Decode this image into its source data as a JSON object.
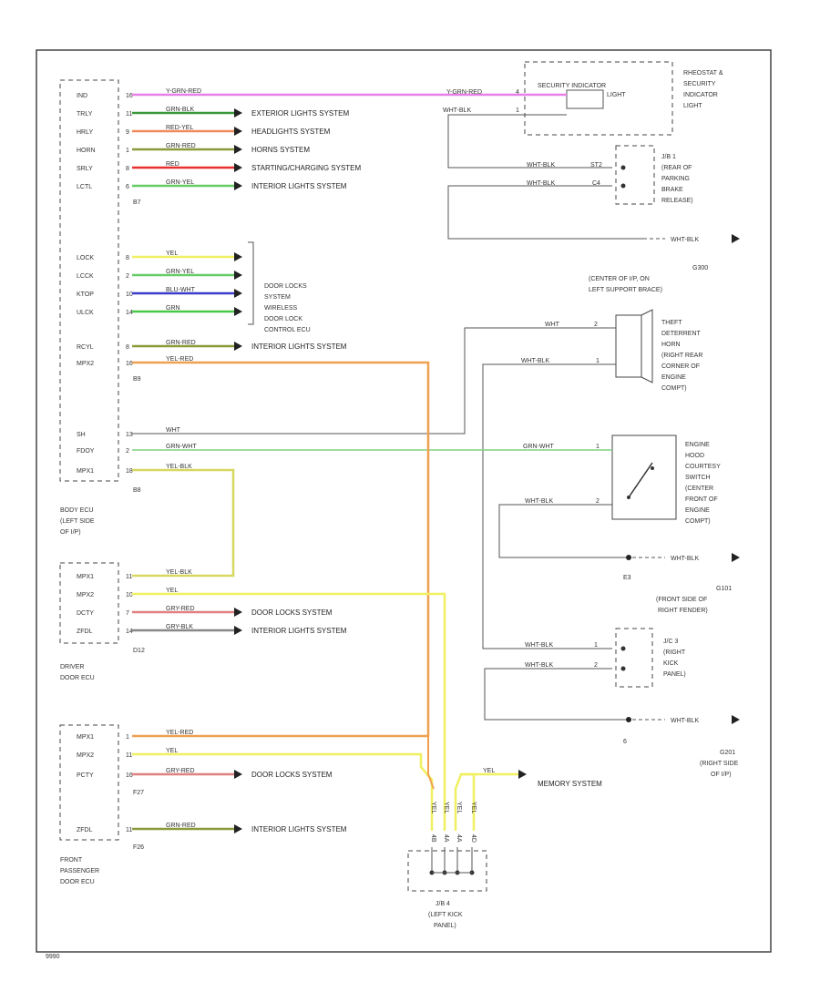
{
  "diagram_id": "9990",
  "colors": {
    "yel_red": "#e87fe8",
    "grn_blk": "#3a9a3a",
    "red_yel": "#f08a5a",
    "grn_red": "#8a9a3a",
    "red": "#e83030",
    "grn_yel": "#66cc66",
    "yel": "#f0f060",
    "blu_wht": "#3a3acc",
    "grn": "#4ac84a",
    "yel_red_orange": "#f0a050",
    "wht": "#bbbbbb",
    "grn_wht": "#80d080",
    "yel_blk": "#d8d860",
    "gry_red": "#e08080",
    "gry_blk": "#888888"
  },
  "body_ecu": {
    "label": [
      "BODY ECU",
      "(LEFT SIDE",
      "OF I/P)"
    ],
    "connectors": [
      "B7",
      "B9",
      "B8"
    ],
    "pins": [
      {
        "name": "IND",
        "num": "16",
        "wire": "Y-GRN-RED"
      },
      {
        "name": "TRLY",
        "num": "11",
        "wire": "GRN-BLK",
        "dest": "EXTERIOR LIGHTS SYSTEM"
      },
      {
        "name": "HRLY",
        "num": "9",
        "wire": "RED-YEL",
        "dest": "HEADLIGHTS SYSTEM"
      },
      {
        "name": "HORN",
        "num": "1",
        "wire": "GRN-RED",
        "dest": "HORNS SYSTEM"
      },
      {
        "name": "SRLY",
        "num": "8",
        "wire": "RED",
        "dest": "STARTING/CHARGING SYSTEM"
      },
      {
        "name": "LCTL",
        "num": "6",
        "wire": "GRN-YEL",
        "dest": "INTERIOR LIGHTS SYSTEM"
      },
      {
        "name": "LOCK",
        "num": "8",
        "wire": "YEL"
      },
      {
        "name": "LCCK",
        "num": "2",
        "wire": "GRN-YEL"
      },
      {
        "name": "KTOP",
        "num": "10",
        "wire": "BLU-WHT"
      },
      {
        "name": "ULCK",
        "num": "14",
        "wire": "GRN"
      },
      {
        "name": "RCYL",
        "num": "8",
        "wire": "GRN-RED",
        "dest": "INTERIOR LIGHTS SYSTEM"
      },
      {
        "name": "MPX2",
        "num": "16",
        "wire": "YEL-RED"
      },
      {
        "name": "SH",
        "num": "13",
        "wire": "WHT"
      },
      {
        "name": "FDOY",
        "num": "2",
        "wire": "GRN-WHT"
      },
      {
        "name": "MPX1",
        "num": "18",
        "wire": "YEL-BLK"
      }
    ],
    "door_lock_group": [
      "DOOR LOCKS",
      "SYSTEM",
      "WIRELESS",
      "DOOR LOCK",
      "CONTROL ECU"
    ]
  },
  "driver_ecu": {
    "label": [
      "DRIVER",
      "DOOR ECU"
    ],
    "connector": "D12",
    "pins": [
      {
        "name": "MPX1",
        "num": "11",
        "wire": "YEL-BLK"
      },
      {
        "name": "MPX2",
        "num": "10",
        "wire": "YEL"
      },
      {
        "name": "DCTY",
        "num": "7",
        "wire": "GRY-RED",
        "dest": "DOOR LOCKS SYSTEM"
      },
      {
        "name": "ZFDL",
        "num": "14",
        "wire": "GRY-BLK",
        "dest": "INTERIOR LIGHTS SYSTEM"
      }
    ]
  },
  "passenger_ecu": {
    "label": [
      "FRONT",
      "PASSENGER",
      "DOOR ECU"
    ],
    "connectors": [
      "F27",
      "F26"
    ],
    "pins": [
      {
        "name": "MPX1",
        "num": "1",
        "wire": "YEL-RED"
      },
      {
        "name": "MPX2",
        "num": "11",
        "wire": "YEL"
      },
      {
        "name": "PCTY",
        "num": "16",
        "wire": "GRY-RED",
        "dest": "DOOR LOCKS SYSTEM"
      },
      {
        "name": "ZFDL",
        "num": "11",
        "wire": "GRN-RED",
        "dest": "INTERIOR LIGHTS SYSTEM"
      }
    ]
  },
  "security_indicator": {
    "title": "SECURITY INDICATOR",
    "subtitle": "LIGHT",
    "side_label": [
      "RHEOSTAT &",
      "SECURITY",
      "INDICATOR",
      "LIGHT"
    ],
    "wires": [
      {
        "label": "Y-GRN-RED",
        "pin": "4"
      },
      {
        "label": "WHT-BLK",
        "pin": "1"
      }
    ]
  },
  "jb1": {
    "label": [
      "J/B 1",
      "(REAR OF",
      "PARKING",
      "BRAKE",
      "RELEASE)"
    ],
    "wires": [
      {
        "label": "WHT-BLK",
        "pin": "ST2"
      },
      {
        "label": "WHT-BLK",
        "pin": "C4"
      }
    ]
  },
  "ground_top": {
    "wire": "WHT-BLK"
  },
  "g300": {
    "title": "G300",
    "desc": [
      "(CENTER OF I/P, ON",
      "LEFT SUPPORT BRACE)"
    ]
  },
  "horn": {
    "label": [
      "THEFT",
      "DETERRENT",
      "HORN",
      "(RIGHT REAR",
      "CORNER OF",
      "ENGINE",
      "COMPT)"
    ],
    "wires": [
      {
        "label": "WHT",
        "pin": "2"
      },
      {
        "label": "WHT-BLK",
        "pin": "1"
      }
    ]
  },
  "hood_switch": {
    "label": [
      "ENGINE",
      "HOOD",
      "COURTESY",
      "SWITCH",
      "(CENTER",
      "FRONT OF",
      "ENGINE",
      "COMPT)"
    ],
    "wires": [
      {
        "label": "GRN-WHT",
        "pin": "1"
      },
      {
        "label": "WHT-BLK",
        "pin": "2"
      }
    ]
  },
  "ground_e3": {
    "wire": "WHT-BLK",
    "connector": "E3",
    "title": "G101",
    "desc": [
      "(FRONT SIDE OF",
      "RIGHT FENDER)"
    ]
  },
  "jc3": {
    "label": [
      "J/C 3",
      "(RIGHT",
      "KICK",
      "PANEL)"
    ],
    "wires": [
      {
        "label": "WHT-BLK",
        "pin": "1"
      },
      {
        "label": "WHT-BLK",
        "pin": "2"
      }
    ]
  },
  "ground_g201": {
    "wire": "WHT-BLK",
    "pin": "6",
    "title": "G201",
    "desc": [
      "(RIGHT SIDE",
      "OF I/P)"
    ]
  },
  "jb4": {
    "label": [
      "J/B 4",
      "(LEFT KICK",
      "PANEL)"
    ],
    "vertical_wires": [
      "YEL",
      "YEL",
      "YEL",
      "YEL"
    ],
    "pin_labels": [
      "4B",
      "4A",
      "4A",
      "4D"
    ],
    "memory_wire": "YEL",
    "memory_dest": "MEMORY SYSTEM"
  }
}
